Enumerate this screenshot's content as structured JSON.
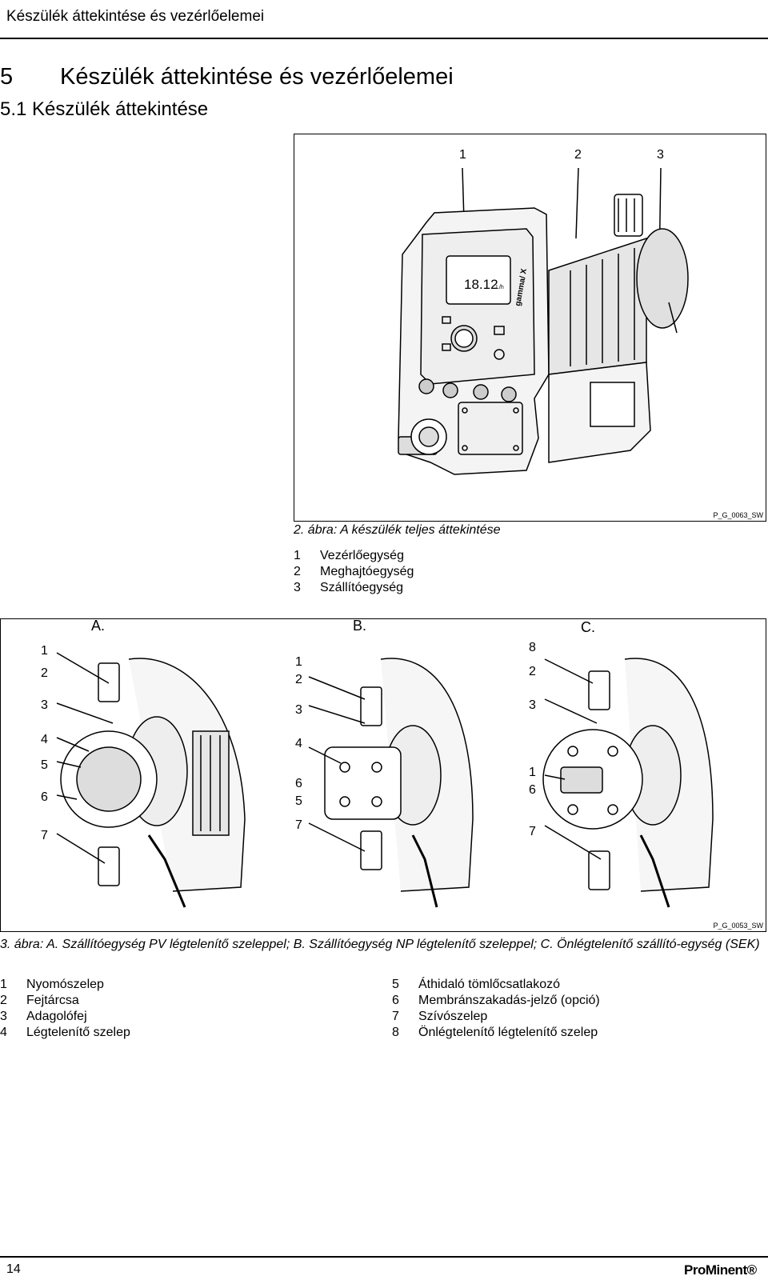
{
  "header": {
    "running_title": "Készülék áttekintése és vezérlőelemei"
  },
  "section": {
    "number": "5",
    "title": "Készülék áttekintése és vezérlőelemei"
  },
  "subsection": {
    "label": "5.1  Készülék áttekintése"
  },
  "figure1": {
    "callouts": [
      "1",
      "2",
      "3"
    ],
    "display_value": "18.12",
    "display_unit": "L/h",
    "brand_vertical": "gamma/ X",
    "ref_code": "P_G_0063_SW",
    "caption": "2. ábra: A készülék teljes áttekintése",
    "legend": [
      {
        "num": "1",
        "text": "Vezérlőegység"
      },
      {
        "num": "2",
        "text": "Meghajtóegység"
      },
      {
        "num": "3",
        "text": "Szállítóegység"
      }
    ]
  },
  "figure2": {
    "panel_labels": [
      "A.",
      "B.",
      "C."
    ],
    "panel_a_callouts": [
      "1",
      "2",
      "3",
      "4",
      "5",
      "6",
      "7"
    ],
    "panel_b_callouts": [
      "1",
      "2",
      "3",
      "4",
      "6",
      "5",
      "7"
    ],
    "panel_c_callouts": [
      "8",
      "2",
      "3",
      "1",
      "6",
      "7"
    ],
    "ref_code": "P_G_0053_SW",
    "caption": "3. ábra: A. Szállítóegység PV légtelenítő szeleppel; B. Szállítóegység NP légtelenítő szeleppel; C. Önlégtelenítő szállító-egység (SEK)",
    "legend_left": [
      {
        "num": "1",
        "text": "Nyomószelep"
      },
      {
        "num": "2",
        "text": "Fejtárcsa"
      },
      {
        "num": "3",
        "text": "Adagolófej"
      },
      {
        "num": "4",
        "text": "Légtelenítő szelep"
      }
    ],
    "legend_right": [
      {
        "num": "5",
        "text": "Áthidaló tömlőcsatlakozó"
      },
      {
        "num": "6",
        "text": "Membránszakadás-jelző (opció)"
      },
      {
        "num": "7",
        "text": "Szívószelep"
      },
      {
        "num": "8",
        "text": "Önlégtelenítő légtelenítő szelep"
      }
    ]
  },
  "footer": {
    "page_number": "14",
    "brand": "ProMinent®"
  }
}
